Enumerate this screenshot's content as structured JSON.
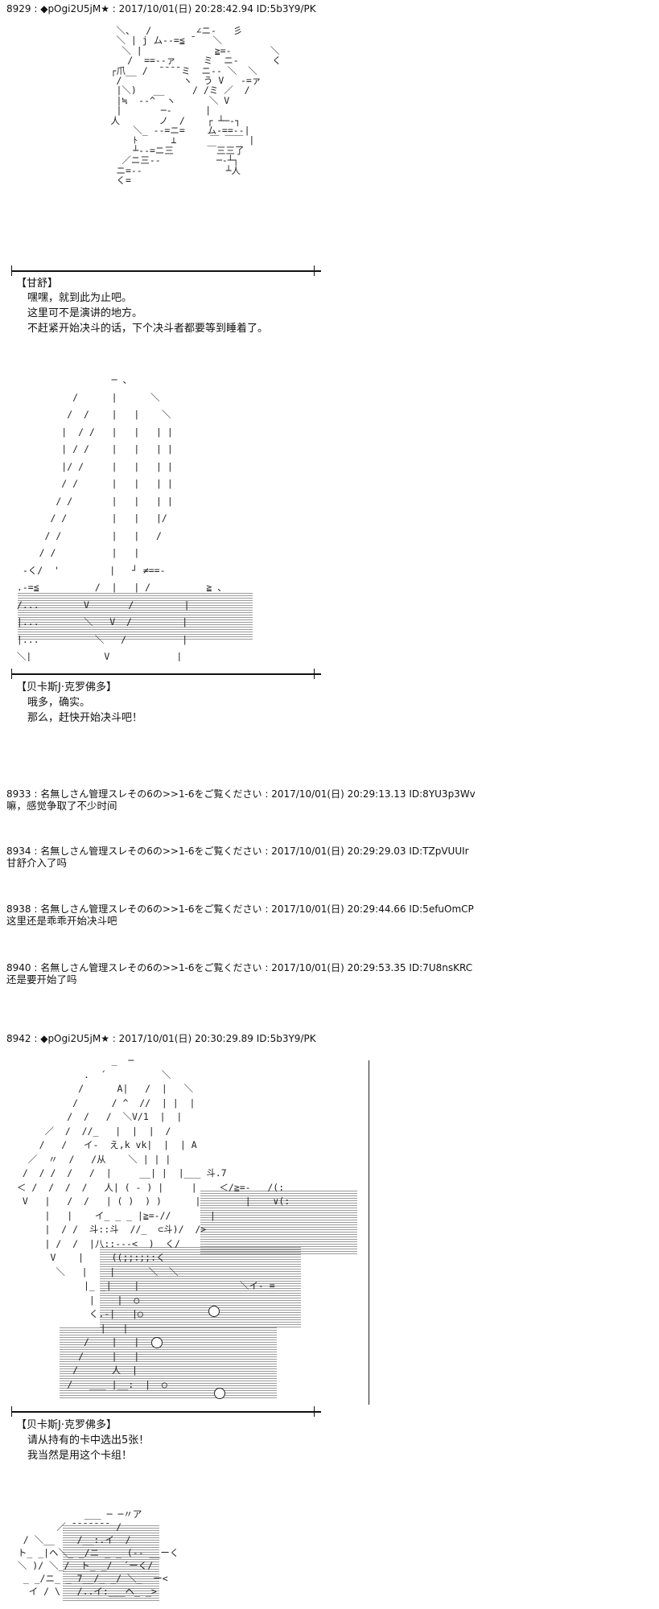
{
  "posts": [
    {
      "header": "8929 : ◆pOgi2U5jM★ : 2017/10/01(日) 20:28:42.94 ID:5b3Y9/PK",
      "speaker": "【甘舒】",
      "lines": [
        "嘿嘿，就到此为止吧。",
        "这里可不是演讲的地方。",
        "不赶紧开始决斗的话，下个决斗者都要等到睡着了。"
      ]
    },
    {
      "speaker": "【贝卡斯J·克罗佛多】",
      "lines": [
        "哦多，确实。",
        "那么，赶快开始决斗吧！"
      ]
    },
    {
      "header": "8933 : 名無しさん管理スレその6の>>1-6をご覧ください : 2017/10/01(日) 20:29:13.13 ID:8YU3p3Wv",
      "body": "嘛，感觉争取了不少时间"
    },
    {
      "header": "8934 : 名無しさん管理スレその6の>>1-6をご覧ください : 2017/10/01(日) 20:29:29.03 ID:TZpVUUIr",
      "body": "甘舒介入了吗"
    },
    {
      "header": "8938 : 名無しさん管理スレその6の>>1-6をご覧ください : 2017/10/01(日) 20:29:44.66 ID:5efuOmCP",
      "body": "这里还是乖乖开始决斗吧"
    },
    {
      "header": "8940 : 名無しさん管理スレその6の>>1-6をご覧ください : 2017/10/01(日) 20:29:53.35 ID:7U8nsKRC",
      "body": "还是要开始了吗"
    },
    {
      "header": "8942 : ◆pOgi2U5jM★ : 2017/10/01(日) 20:30:29.89 ID:5b3Y9/PK",
      "speaker": "【贝卡斯J·克罗佛多】",
      "lines": [
        "请从持有的卡中选出5张！",
        "我当然是用这个卡组！"
      ]
    }
  ],
  "aa": {
    "one": "       ＼、  /        ∠ニ-   彡\n       ＼ | j ム--=≦ ̄    ＼\n        ＼ |             ≧=-       ＼\n         /  ==--ァ     ミ  ニ-      く\n      ┌爪__ /  ̄ ̄ ̄ ̄ ミ  ニ-- ＼  ＼\n       /           ヽ  う V   -=ァ\n       |＼)   __     / /ミ ／  /\n       |≒  --^  ヽ      ＼ V\n       |       ─-      |\n      人       ノ  /    ┌ ┴─-┐\n          ＼_ --=ニ=    ム-==--|\n          ﾄ      ⊥      ￣ ￣￣ |\n          ┴--=ニ三      ￣三三了\n        ／ニ三--          ─-┴┐\n       ニ=--               ┴人\n       く=",
    "two": "                  ─ 、\n           /      |      ＼\n          /  /    |   |    ＼\n         |  / /   |   |   | |\n         | / /    |   |   | |\n         |/ /     |   |   | |\n         / /      |   |   | |\n        / /       |   |   | |\n       / /        |   |   |/\n      / /         |   |   /\n     / /          |   |\n  -く/  '         |   ┘ ≠==-\n .-=≦          /  |   | /          ≧ 、\n /...        V       /         |\n |...        ＼   V  /         |\n |...          ＼   /          |\n ＼|             V            |",
    "three": "                  _  ─\n             .  ´          ＼\n            /      A|   /  |   ＼\n           /      / ^  //  | |  |\n          /  /   /  ＼V/1  |  |\n      ／  /  //_   |  |  |  /\n     /   /   イ-  え,k vk|  |  | A\n   ／  〃  /   /从    ＼ | | |\n  /  / /  /   /  |     __| |  |___ 斗.7\n ＜ /  /  /  /   人| ( - ) |     |    ＜/≧=-   /(:\n  V   |   /  /   | ( )  ) )      |        |    ∨(:\n      |   |    イ_ _ _ |≧=-//       |\n      |  / /  斗::斗  //_  ⊂斗)/  />\n      | /  /  |八::---<  )  く/\n       V    |     ((;;:;;:く\n        ＼   |    |      ＼  ＼\n             |_ _|    |                  ＼イ- =\n              |    |  ○\n              く.-|   |○\n                |   |\n             /    |   |\n            /     |   |\n           /      人  |\n          /   ___ |__:  |  ○",
    "four": "              ___ ─ ─〃ア\n         ／ ̄ ̄ ̄ ̄ ̄ ̄ ̄  /\n   / ＼__    /__:.イ  /\n  ト_ _|ヘ＼_ _/ニ _ _ (-- __ーく\n  ＼ )/ ＼_/  ト_ _/  ´ーく/\n   _ _/ニ_ _ 7__/_ _/ ＼_  ー<\n    イ / \\   /..イ:___ヘ_ _>"
  }
}
